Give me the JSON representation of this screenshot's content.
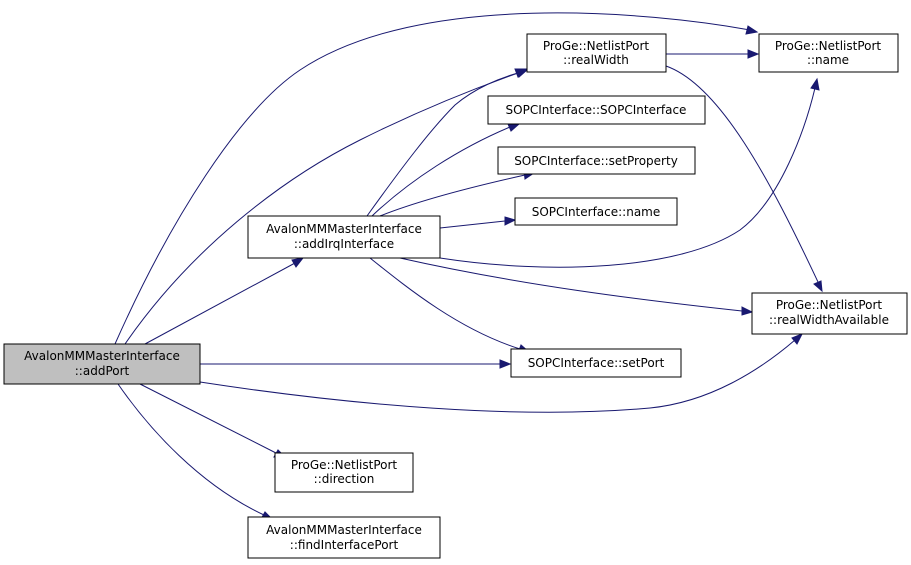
{
  "colors": {
    "edge": "#191970",
    "root_fill": "#bfbfbf",
    "node_fill": "#ffffff",
    "node_border": "#000000"
  },
  "nodes": {
    "addPort": {
      "line1": "AvalonMMMasterInterface",
      "line2": "::addPort"
    },
    "addIrqInterface": {
      "line1": "AvalonMMMasterInterface",
      "line2": "::addIrqInterface"
    },
    "realWidth": {
      "line1": "ProGe::NetlistPort",
      "line2": "::realWidth"
    },
    "portName": {
      "line1": "ProGe::NetlistPort",
      "line2": "::name"
    },
    "sopcCtor": {
      "line1": "SOPCInterface::SOPCInterface"
    },
    "setProperty": {
      "line1": "SOPCInterface::setProperty"
    },
    "sopcName": {
      "line1": "SOPCInterface::name"
    },
    "realWidthAvailable": {
      "line1": "ProGe::NetlistPort",
      "line2": "::realWidthAvailable"
    },
    "setPort": {
      "line1": "SOPCInterface::setPort"
    },
    "direction": {
      "line1": "ProGe::NetlistPort",
      "line2": "::direction"
    },
    "findInterfacePort": {
      "line1": "AvalonMMMasterInterface",
      "line2": "::findInterfacePort"
    }
  },
  "edges": [
    {
      "from": "addPort",
      "to": "portName"
    },
    {
      "from": "addPort",
      "to": "realWidth"
    },
    {
      "from": "addPort",
      "to": "addIrqInterface"
    },
    {
      "from": "addPort",
      "to": "setPort"
    },
    {
      "from": "addPort",
      "to": "realWidthAvailable"
    },
    {
      "from": "addPort",
      "to": "direction"
    },
    {
      "from": "addPort",
      "to": "findInterfacePort"
    },
    {
      "from": "addIrqInterface",
      "to": "realWidth"
    },
    {
      "from": "addIrqInterface",
      "to": "sopcCtor"
    },
    {
      "from": "addIrqInterface",
      "to": "setProperty"
    },
    {
      "from": "addIrqInterface",
      "to": "sopcName"
    },
    {
      "from": "addIrqInterface",
      "to": "portName"
    },
    {
      "from": "addIrqInterface",
      "to": "realWidthAvailable"
    },
    {
      "from": "addIrqInterface",
      "to": "setPort"
    },
    {
      "from": "realWidth",
      "to": "portName"
    },
    {
      "from": "realWidth",
      "to": "realWidthAvailable"
    }
  ]
}
